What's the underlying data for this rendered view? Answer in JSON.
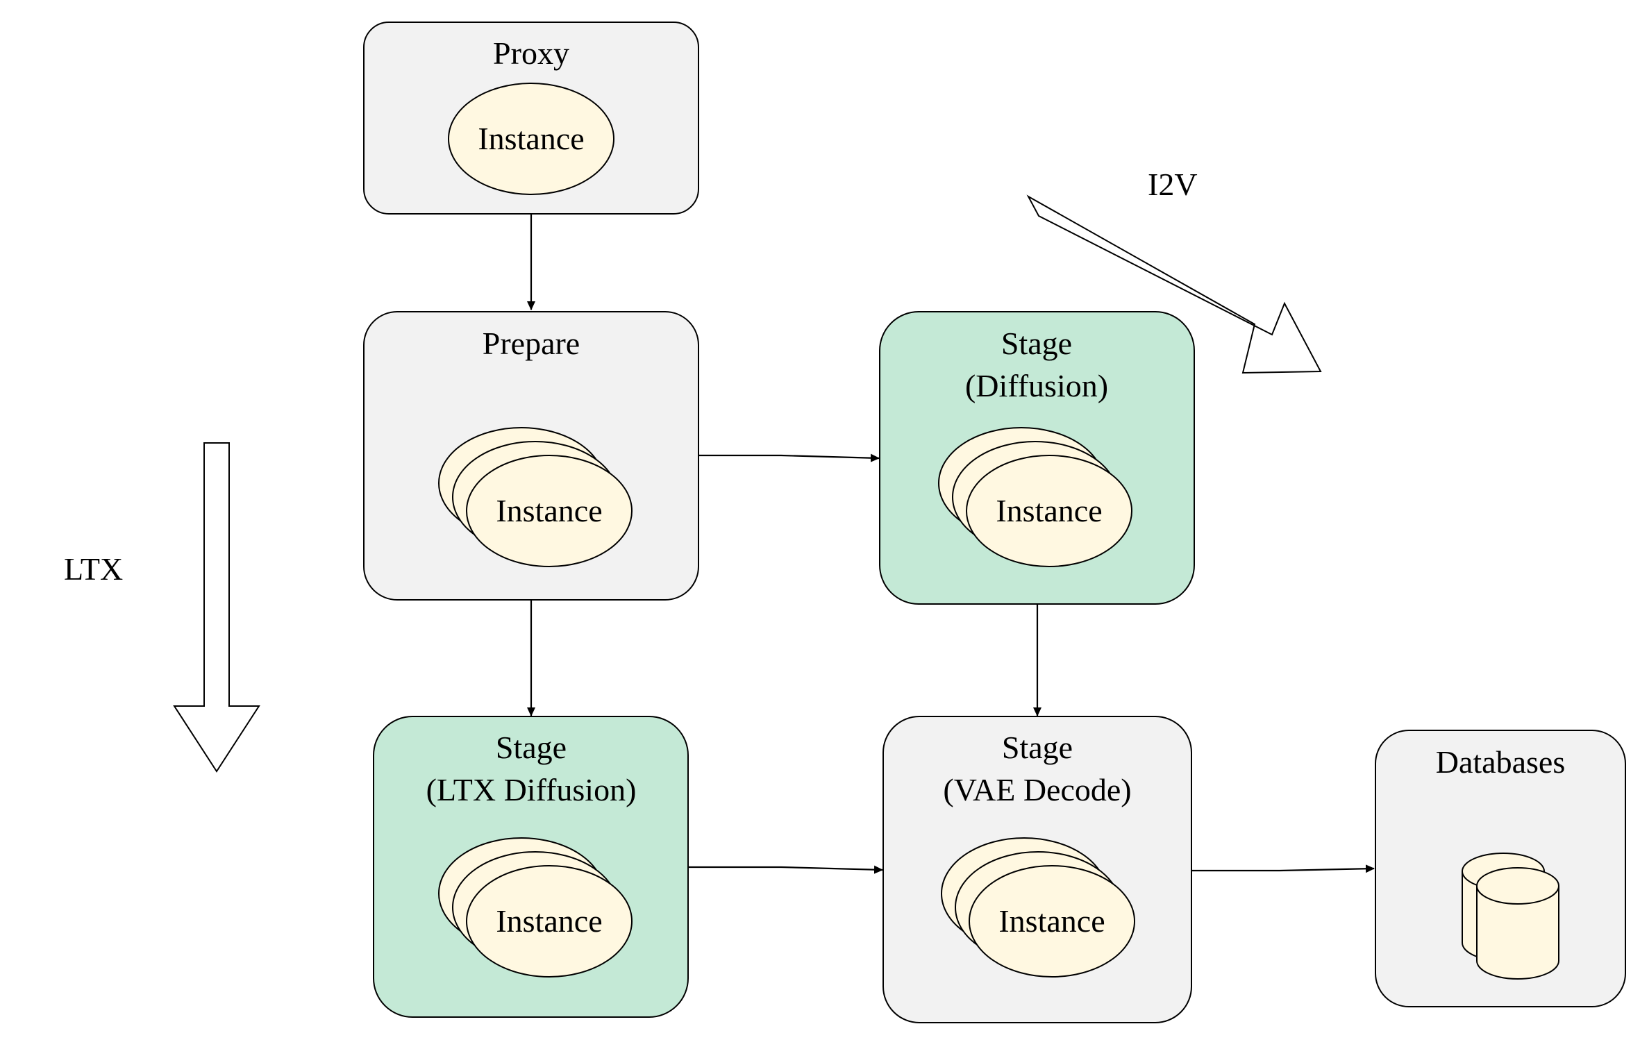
{
  "colors": {
    "box_gray": "#f2f2f2",
    "box_green": "#c4e9d6",
    "instance_fill": "#fff8e1",
    "stroke": "#000000"
  },
  "nodes": {
    "proxy": {
      "title": "Proxy",
      "instance": "Instance"
    },
    "prepare": {
      "title": "Prepare",
      "instance": "Instance"
    },
    "stage_diffusion": {
      "title_line1": "Stage",
      "title_line2": "(Diffusion)",
      "instance": "Instance"
    },
    "stage_ltx_diffusion": {
      "title_line1": "Stage",
      "title_line2": "(LTX Diffusion)",
      "instance": "Instance"
    },
    "stage_vae_decode": {
      "title_line1": "Stage",
      "title_line2": "(VAE Decode)",
      "instance": "Instance"
    },
    "databases": {
      "title": "Databases",
      "icon": "database-cylinder-icon"
    }
  },
  "flows": {
    "ltx_label": "LTX",
    "i2v_label": "I2V"
  }
}
